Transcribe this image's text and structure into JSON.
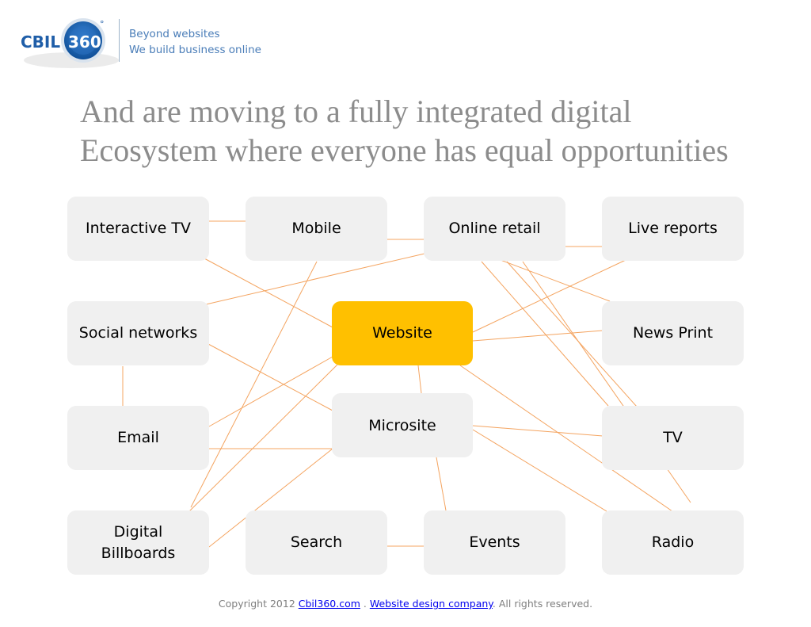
{
  "logo": {
    "text": "CBIL360",
    "degree": "°"
  },
  "tagline": {
    "line1": "Beyond websites",
    "line2": "We build business online"
  },
  "title": {
    "line1": "And are moving to a fully integrated digital",
    "line2": "Ecosystem where everyone has equal opportunities"
  },
  "nodes": {
    "interactive_tv": "Interactive TV",
    "mobile": "Mobile",
    "online_retail": "Online retail",
    "live_reports": "Live reports",
    "social_networks": "Social networks",
    "website": "Website",
    "news_print": "News Print",
    "email": "Email",
    "microsite": "Microsite",
    "tv": "TV",
    "digital_billboards": "Digital\nBillboards",
    "search": "Search",
    "events": "Events",
    "radio": "Radio"
  },
  "colors": {
    "node_fill": "#f0f0f0",
    "center_fill": "#ffc000",
    "connector": "#f4a460",
    "title": "#8c8c8c",
    "tagline": "#4a7db8",
    "logo_blue": "#1f5ea8"
  },
  "footer": {
    "prefix": "Copyright 2012 ",
    "link1": "Cbil360.com",
    "sep": " . ",
    "link2": "Website design company",
    "suffix": ". All rights reserved."
  }
}
